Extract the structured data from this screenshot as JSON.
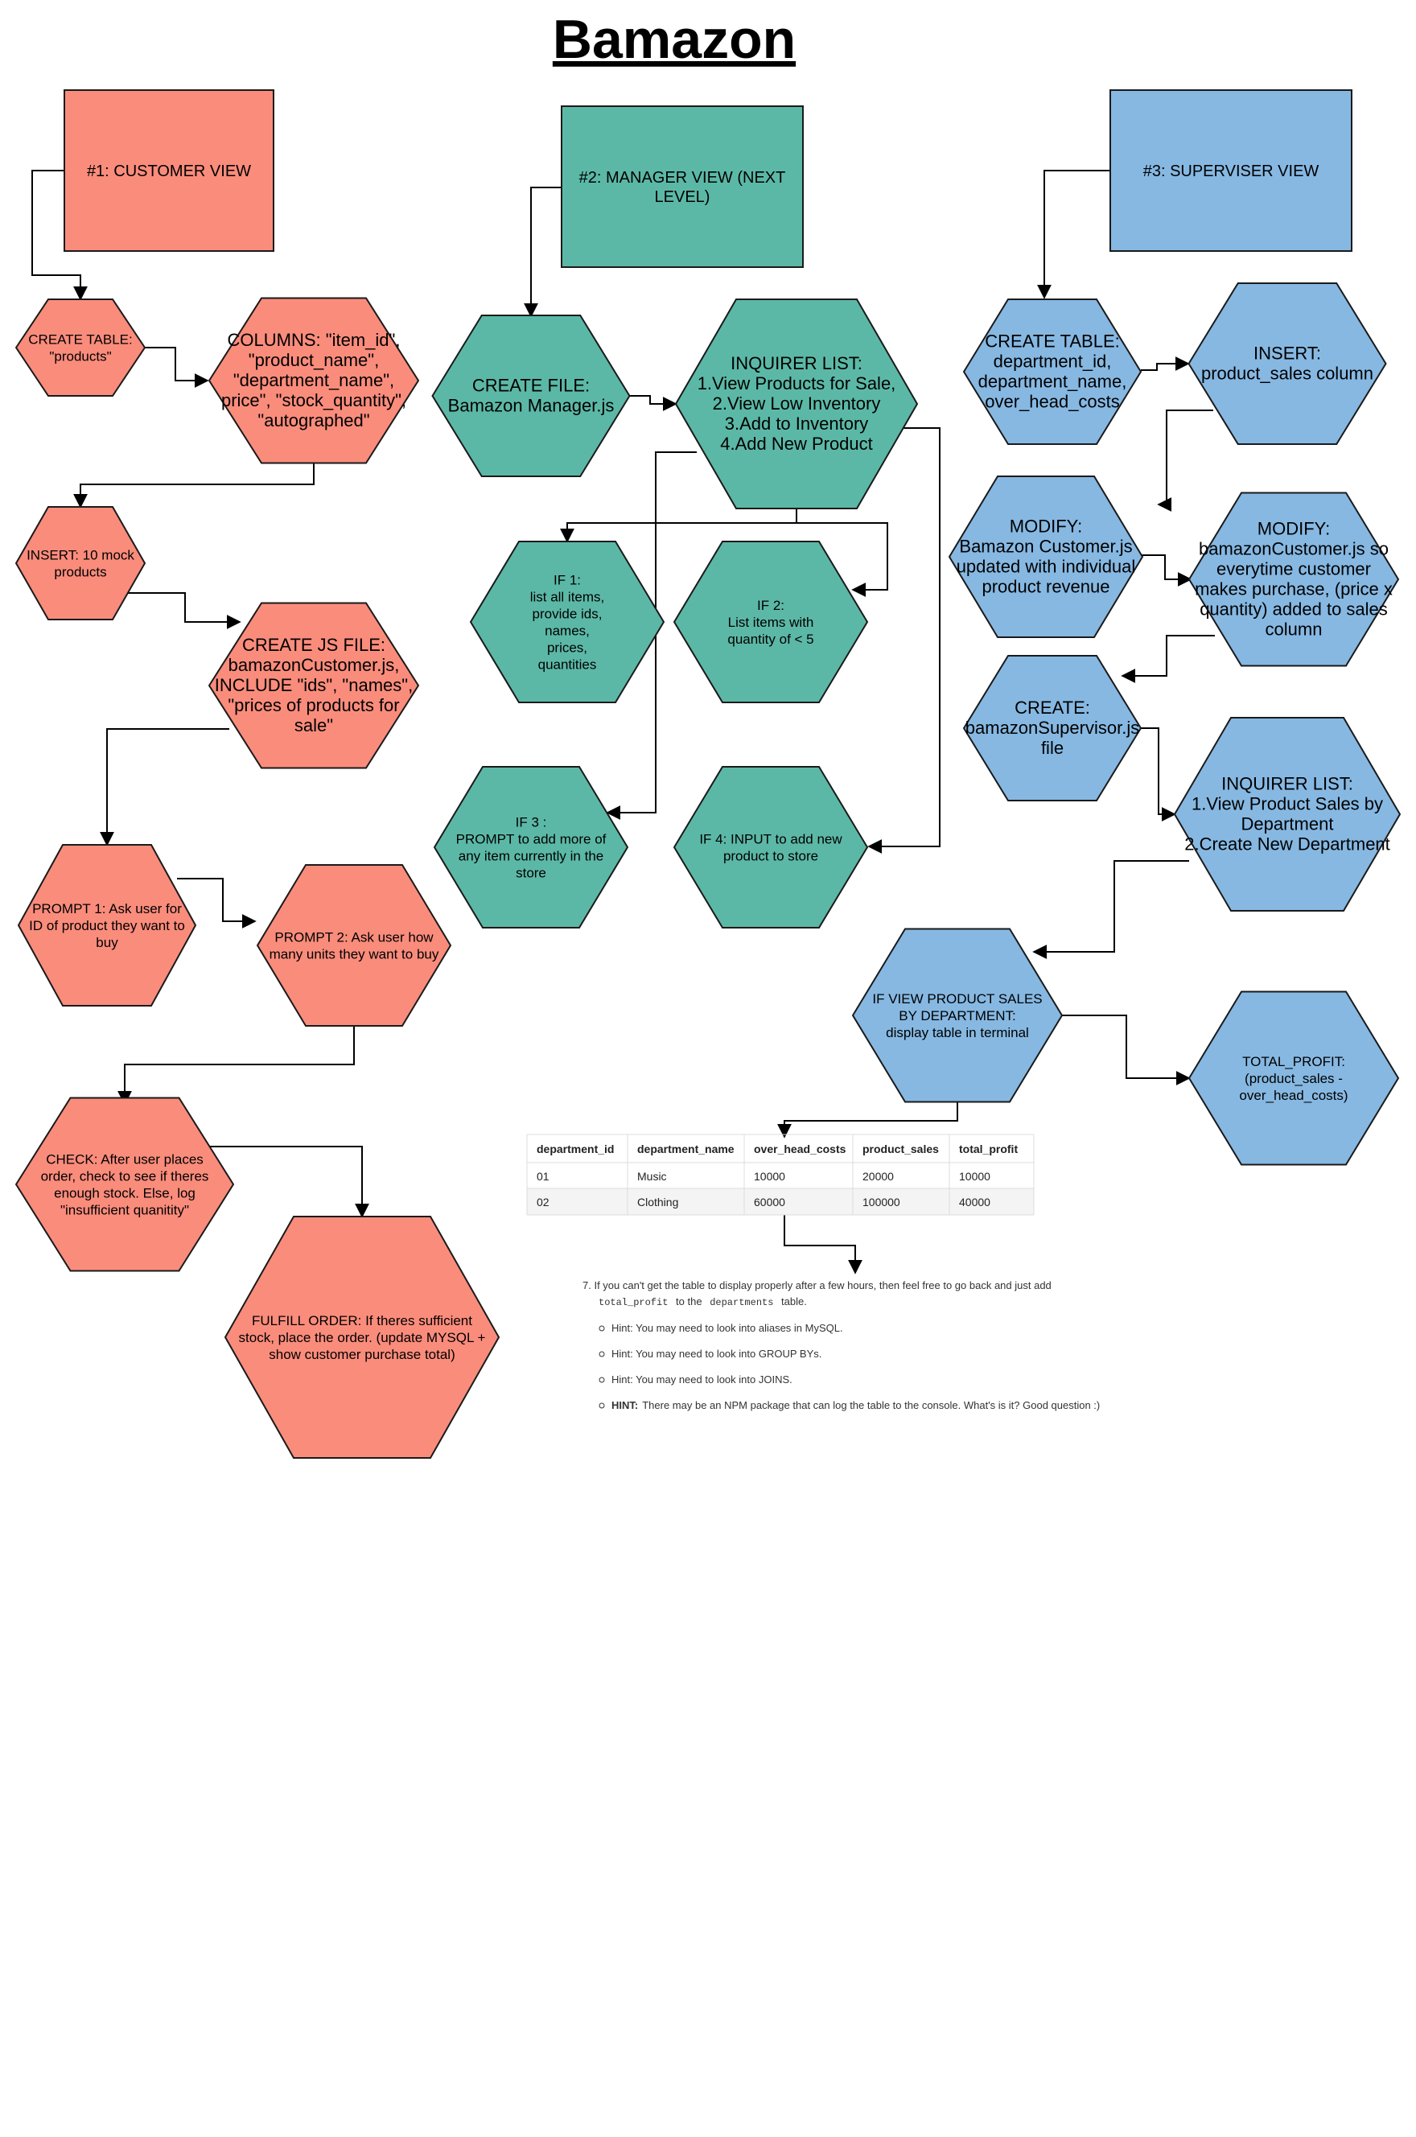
{
  "title": "Bamazon",
  "colors": {
    "customer": "#FA8C7C",
    "manager": "#5CB8A6",
    "supervisor": "#86B8E2",
    "stroke": "#1a1a1a"
  },
  "nodes": {
    "customer_view": [
      "#1: CUSTOMER VIEW"
    ],
    "manager_view": [
      "#2: MANAGER VIEW (NEXT",
      "LEVEL)"
    ],
    "supervisor_view": [
      "#3: SUPERVISER VIEW"
    ],
    "c_create_table": [
      "CREATE TABLE:",
      "\"products\""
    ],
    "c_columns": [
      "COLUMNS: \"item_id\",",
      "\"product_name\",",
      "\"department_name\",",
      "price\", \"stock_quantity\",",
      "\"autographed\""
    ],
    "c_insert": [
      "INSERT: 10 mock",
      "products"
    ],
    "c_create_js": [
      "CREATE JS FILE:",
      "bamazonCustomer.js,",
      "INCLUDE \"ids\", \"names\",",
      "\"prices of products for",
      "sale\""
    ],
    "c_prompt1": [
      "PROMPT 1: Ask user for",
      "ID of product they want to",
      "buy"
    ],
    "c_prompt2": [
      "PROMPT 2: Ask user how",
      "many units they want to buy"
    ],
    "c_check": [
      "CHECK: After user places",
      "order, check to see if theres",
      "enough stock. Else, log",
      "\"insufficient quanitity\""
    ],
    "c_fulfill": [
      "FULFILL ORDER: If theres sufficient",
      "stock, place the order. (update MYSQL +",
      "show customer purchase total)"
    ],
    "m_create_file": [
      "CREATE FILE:",
      "Bamazon Manager.js"
    ],
    "m_inquirer": [
      "INQUIRER LIST:",
      "1.View Products for Sale,",
      "2.View Low Inventory",
      "3.Add to Inventory",
      "4.Add New Product"
    ],
    "m_if1": [
      "IF 1:",
      "list all items,",
      "provide ids,",
      "names,",
      "prices,",
      "quantities"
    ],
    "m_if2": [
      "IF 2:",
      "List items with",
      "quantity of < 5"
    ],
    "m_if3": [
      "IF 3 :",
      "PROMPT to add more of",
      "any item currently in the",
      "store"
    ],
    "m_if4": [
      "IF 4: INPUT to add new",
      "product to store"
    ],
    "s_create_table": [
      "CREATE TABLE:",
      "department_id,",
      "department_name,",
      "over_head_costs"
    ],
    "s_insert": [
      "INSERT:",
      "product_sales column"
    ],
    "s_modify1": [
      "MODIFY:",
      "Bamazon Customer.js",
      "updated with individual",
      "product revenue"
    ],
    "s_modify2": [
      "MODIFY:",
      "bamazonCustomer.js so",
      "everytime customer",
      "makes purchase, (price x",
      "quantity) added to sales",
      "column"
    ],
    "s_create": [
      "CREATE:",
      "bamazonSupervisor.js",
      "file"
    ],
    "s_inquirer": [
      "INQUIRER LIST:",
      "1.View Product Sales by",
      "Department",
      "2.Create New Department"
    ],
    "s_if_view": [
      "IF VIEW PRODUCT SALES",
      "BY DEPARTMENT:",
      "display table in terminal"
    ],
    "s_total_profit": [
      "TOTAL_PROFIT:",
      "(product_sales -",
      "over_head_costs)"
    ]
  },
  "table": {
    "headers": [
      "department_id",
      "department_name",
      "over_head_costs",
      "product_sales",
      "total_profit"
    ],
    "rows": [
      [
        "01",
        "Music",
        "10000",
        "20000",
        "10000"
      ],
      [
        "02",
        "Clothing",
        "60000",
        "100000",
        "40000"
      ]
    ]
  },
  "notes": {
    "item7_line1": "7. If you can't get the table to display properly after a few hours, then feel free to go back and just add",
    "item7_code1": "total_profit",
    "item7_mid": "to the",
    "item7_code2": "departments",
    "item7_end": "table.",
    "hints": [
      {
        "bold": "",
        "text": "Hint: You may need to look into aliases in MySQL."
      },
      {
        "bold": "",
        "text": "Hint: You may need to look into GROUP BYs."
      },
      {
        "bold": "",
        "text": "Hint: You may need to look into JOINS."
      },
      {
        "bold": "HINT:",
        "text": "There may be an NPM package that can log the table to the console. What's is it? Good question :)"
      }
    ]
  }
}
